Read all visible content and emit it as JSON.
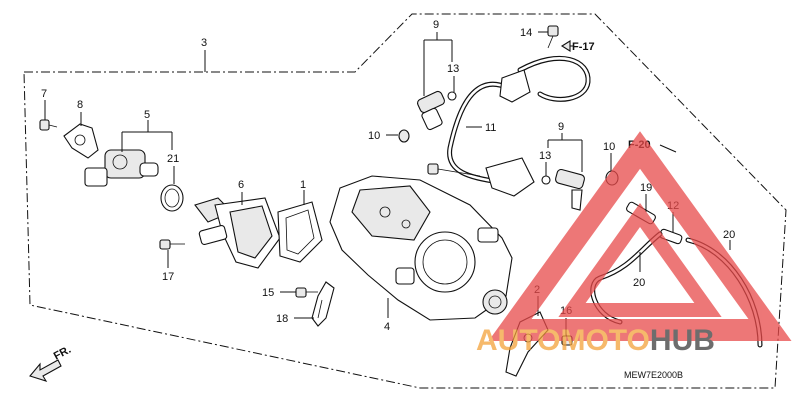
{
  "diagram": {
    "callouts": {
      "c1": "1",
      "c2": "2",
      "c3": "3",
      "c4": "4",
      "c5": "5",
      "c6": "6",
      "c7": "7",
      "c8": "8",
      "c9a": "9",
      "c9b": "9",
      "c10a": "10",
      "c10b": "10",
      "c11": "11",
      "c12": "12",
      "c13a": "13",
      "c13b": "13",
      "c14": "14",
      "c15": "15",
      "c16": "16",
      "c17": "17",
      "c18": "18",
      "c19": "19",
      "c20a": "20",
      "c20b": "20",
      "c21": "21"
    },
    "references": {
      "f17": "F-17",
      "f20": "F-20"
    },
    "front_marker": "FR.",
    "diagram_code": "MEW7E2000B"
  },
  "watermark": {
    "text_accent": "AUTO",
    "text_mid": "MOTO",
    "text_dark": "HUB",
    "accent_color": "#f3a23a",
    "triangle_color": "#e84a4a",
    "dark_color": "#3d3d3d"
  }
}
